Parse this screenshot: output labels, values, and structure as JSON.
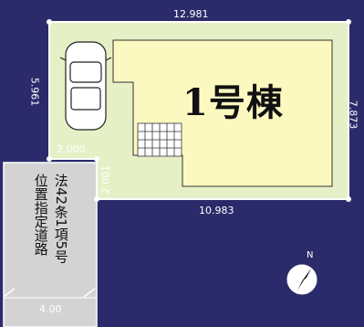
{
  "plan": {
    "building_label": "1号棟",
    "road_label_line1": "法42条1項5号",
    "road_label_line2": "位置指定道路",
    "north_label": "N"
  },
  "dimensions": {
    "top": "12.981",
    "bottom": "10.983",
    "left": "5.961",
    "right": "7.873",
    "notch_width": "2.000",
    "notch_height": "2.001",
    "road_width": "4.00"
  },
  "colors": {
    "background": "#2b2b6b",
    "lot_fill": "#e5f0c6",
    "building_fill": "#fbf9c0",
    "road_fill": "#d3d3d3"
  }
}
